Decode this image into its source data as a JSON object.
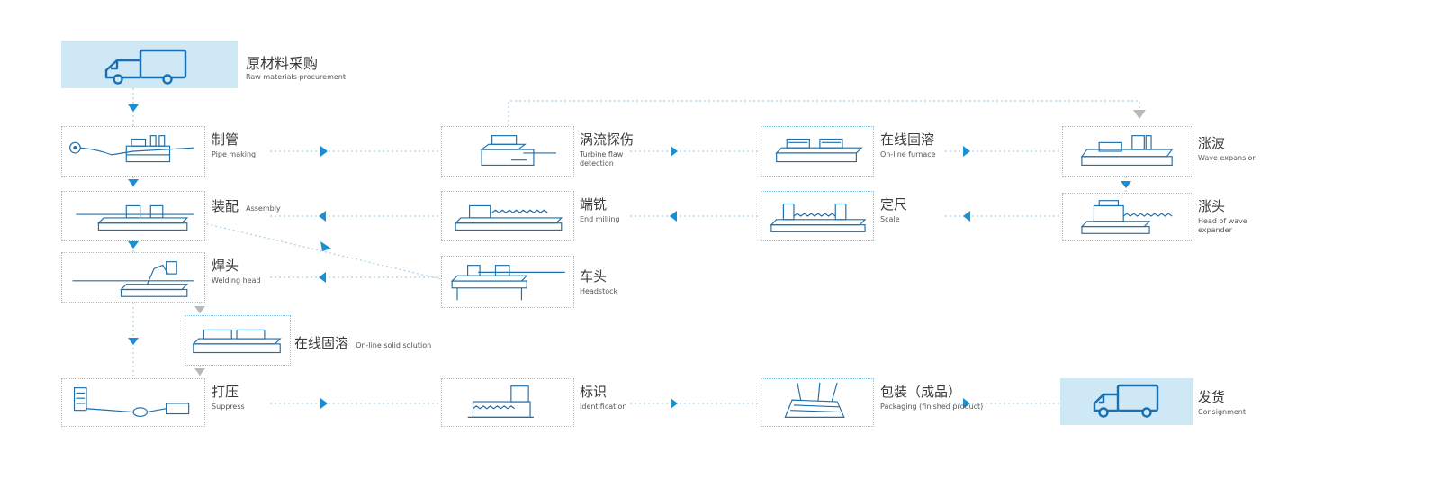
{
  "colors": {
    "accent": "#1a8fd1",
    "line": "#a9cfe4",
    "gray_arrow": "#b9b9b9",
    "box_fill": "#cfe8f6"
  },
  "steps": {
    "raw_materials": {
      "zh": "原材料采购",
      "en": "Raw materials procurement",
      "icon": "truck-icon"
    },
    "pipe_making": {
      "zh": "制管",
      "en": "Pipe making",
      "icon": "pipe-machine-icon"
    },
    "eddy_current": {
      "zh": "涡流探伤",
      "en": "Turbine flaw detection",
      "icon": "detector-icon"
    },
    "online_furnace": {
      "zh": "在线固溶",
      "en": "On-line furnace",
      "icon": "furnace-icon"
    },
    "wave_expansion": {
      "zh": "涨波",
      "en": "Wave expansion",
      "icon": "expander-icon"
    },
    "assembly": {
      "zh": "装配",
      "en": "Assembly",
      "icon": "assembly-icon"
    },
    "end_milling": {
      "zh": "端铣",
      "en": "End milling",
      "icon": "milling-icon"
    },
    "scale": {
      "zh": "定尺",
      "en": "Scale",
      "icon": "cutting-icon"
    },
    "expander_head": {
      "zh": "涨头",
      "en": "Head of wave expander",
      "icon": "expander-head-icon"
    },
    "welding_head": {
      "zh": "焊头",
      "en": "Welding head",
      "icon": "welder-icon"
    },
    "headstock": {
      "zh": "车头",
      "en": "Headstock",
      "icon": "lathe-icon"
    },
    "solid_solution": {
      "zh": "在线固溶",
      "en": "On-line solid solution",
      "icon": "furnace-icon"
    },
    "suppress": {
      "zh": "打压",
      "en": "Suppress",
      "icon": "pressure-test-icon"
    },
    "identification": {
      "zh": "标识",
      "en": "Identification",
      "icon": "marking-icon"
    },
    "packaging": {
      "zh": "包装（成品）",
      "en": "Packaging (finished product)",
      "icon": "package-icon"
    },
    "consignment": {
      "zh": "发货",
      "en": "Consignment",
      "icon": "truck-icon"
    }
  }
}
